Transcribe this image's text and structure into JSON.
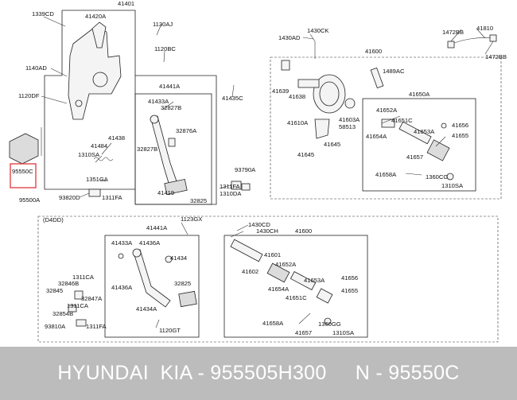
{
  "labels": {
    "l1339CD": "1339CD",
    "l41401": "41401",
    "l41420A": "41420A",
    "l1130AJ": "1130AJ",
    "l1120BC": "1120BC",
    "l1140AD": "1140AD",
    "l1120DF": "1120DF",
    "l41441A": "41441A",
    "l41433A": "41433A",
    "l32827B": "32827B",
    "l32876A": "32876A",
    "l41438": "41438",
    "l41484": "41484",
    "l1310SA": "1310SA",
    "l1351GA": "1351GA",
    "l32827B_2": "32827B",
    "l41419": "41419",
    "l32825": "32825",
    "l93820D": "93820D",
    "l1311FA": "1311FA",
    "l95550C": "95550C",
    "l95500A": "95500A",
    "l41435C": "41435C",
    "l93790A": "93790A",
    "l1311FA_2": "1311FA",
    "l1310DA": "1310DA",
    "l1430CK": "1430CK",
    "l1430AD": "1430AD",
    "l41600": "41600",
    "l1489AC": "1489AC",
    "l41639": "41639",
    "l41638": "41638",
    "l41610A": "41610A",
    "l41603A": "41603A",
    "l58513": "58513",
    "l41645": "41645",
    "l41645_2": "41645",
    "l41650A": "41650A",
    "l41652A": "41652A",
    "l41651C": "41651C",
    "l41656": "41656",
    "l41654A": "41654A",
    "l41653A": "41653A",
    "l41655": "41655",
    "l41657": "41657",
    "l41658A": "41658A",
    "l1360CG": "1360CG",
    "l1310SA_2": "1310SA",
    "l1472BB": "1472BB",
    "l41810": "41810",
    "l1472BB_2": "1472BB",
    "lD4DD": "(D4DD)",
    "l41441A_2": "41441A",
    "l1123GX": "1123GX",
    "l1430CD": "1430CD",
    "l1430CH": "1430CH",
    "l41600_2": "41600",
    "l41433A_2": "41433A",
    "l41436A": "41436A",
    "l41434": "41434",
    "l1311CA": "1311CA",
    "l32846B": "32846B",
    "l32845": "32845",
    "l32847A": "32847A",
    "l1311CA_2": "1311CA",
    "l32854B": "32854B",
    "l93810A": "93810A",
    "l1311FA_3": "1311FA",
    "l41436A_2": "41436A",
    "l32825_2": "32825",
    "l41434A": "41434A",
    "l1120GT": "1120GT",
    "l41601": "41601",
    "l41652A_2": "41652A",
    "l41602": "41602",
    "l41653A_2": "41653A",
    "l41656_2": "41656",
    "l41654A_2": "41654A",
    "l41655_2": "41655",
    "l41651C_2": "41651C",
    "l41658A_2": "41658A",
    "l1360GG": "1360GG",
    "l41657_2": "41657",
    "l1310SA_3": "1310SA"
  },
  "footer": {
    "text": "HYUNDAI  KIA - 955505H300     N - 95550C"
  },
  "colors": {
    "highlight": "#e0242b",
    "footer_bg": "#bcbcbc",
    "footer_text": "#ffffff"
  }
}
